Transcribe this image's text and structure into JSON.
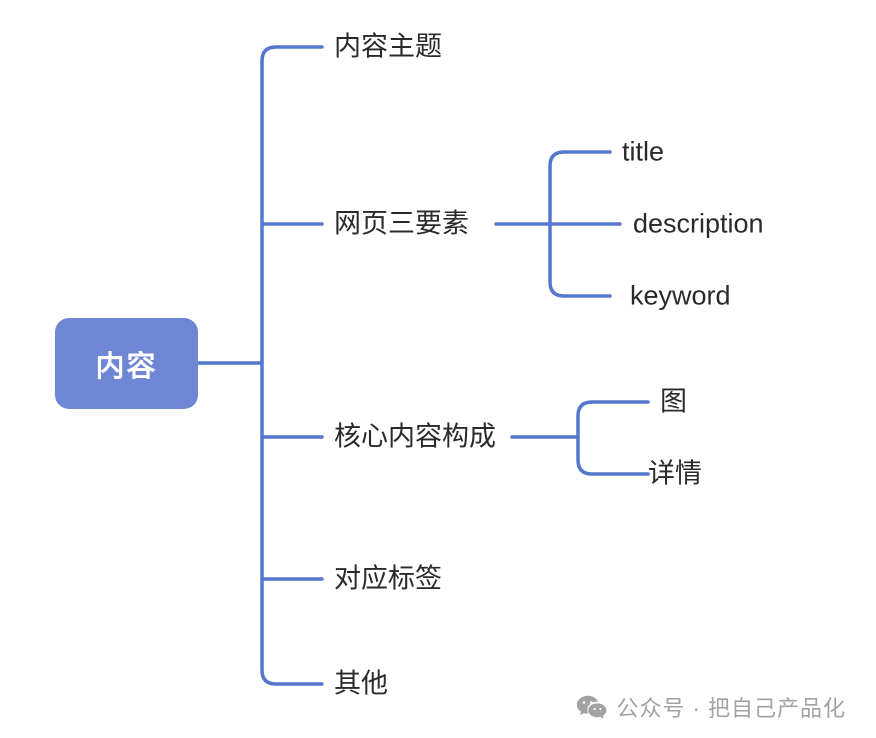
{
  "diagram": {
    "root": {
      "label": "内容"
    },
    "branches": [
      {
        "label": "内容主题",
        "children": []
      },
      {
        "label": "网页三要素",
        "children": [
          {
            "label": "title"
          },
          {
            "label": "description"
          },
          {
            "label": "keyword"
          }
        ]
      },
      {
        "label": "核心内容构成",
        "children": [
          {
            "label": "图"
          },
          {
            "label": "详情"
          }
        ]
      },
      {
        "label": "对应标签",
        "children": []
      },
      {
        "label": "其他",
        "children": []
      }
    ]
  },
  "watermark": {
    "text": "公众号 · 把自己产品化",
    "icon": "wechat-icon"
  },
  "colors": {
    "line": "#5476cd",
    "root_bg": "#6e86d3",
    "root_text": "#ffffff",
    "node_text": "#2a2a2a",
    "watermark": "#a2a2a2"
  }
}
